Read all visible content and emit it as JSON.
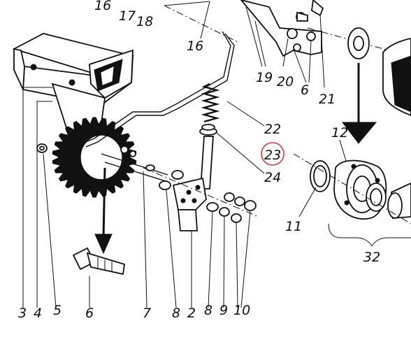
{
  "diagram": {
    "labels": {
      "top_16a": "16",
      "top_17": "17",
      "top_18": "18",
      "top_16b": "16",
      "top_19": "19",
      "top_20": "20",
      "top_6": "6",
      "top_21": "21",
      "l22": "22",
      "l23": "23",
      "l24": "24",
      "l12": "12",
      "l11": "11",
      "l32": "32",
      "b3": "3",
      "b4": "4",
      "b5": "5",
      "b6": "6",
      "b7": "7",
      "b8a": "8",
      "b2": "2",
      "b8b": "8",
      "b9": "9",
      "b10": "10"
    },
    "highlight": {
      "target_label": "23",
      "circle_color": "#e0393e"
    }
  }
}
